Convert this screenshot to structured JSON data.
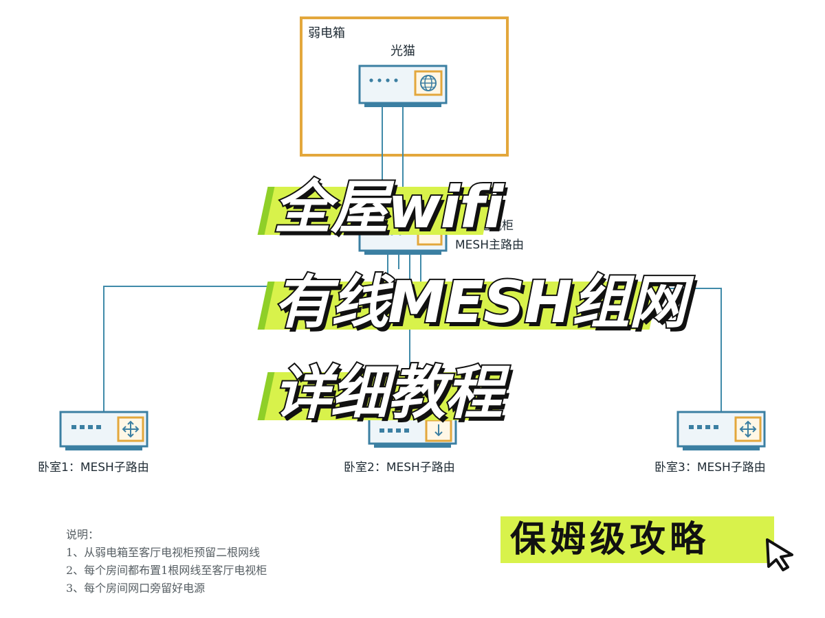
{
  "diagram": {
    "box_label": "弱电箱",
    "modem_label": "光猫",
    "main_router_label_line1": "客厅电视柜",
    "main_router_label_line2": "MESH主路由",
    "nodes": [
      {
        "label": "卧室1：MESH子路由"
      },
      {
        "label": "卧室2：MESH子路由"
      },
      {
        "label": "卧室3：MESH子路由"
      }
    ],
    "colors": {
      "box_border": "#e3a73c",
      "device": "#3b7fa2",
      "device_fill": "#eef5f9",
      "accent": "#e3a73c",
      "line": "#3f8aa9"
    },
    "icons": [
      "globe-icon",
      "router-arrows-icon",
      "download-arrow-icon",
      "cursor-icon"
    ]
  },
  "notes": {
    "heading": "说明：",
    "items": [
      "1、从弱电箱至客厅电视柜预留二根网线",
      "2、每个房间都布置1根网线至客厅电视柜",
      "3、每个房间网口旁留好电源"
    ]
  },
  "title": {
    "line1": "全屋wifi",
    "line2": "有线MESH组网",
    "line3": "详细教程"
  },
  "badge": {
    "text": "保姆级攻略",
    "color": "#d8f24b",
    "shadow_color": "#8fcf28"
  }
}
